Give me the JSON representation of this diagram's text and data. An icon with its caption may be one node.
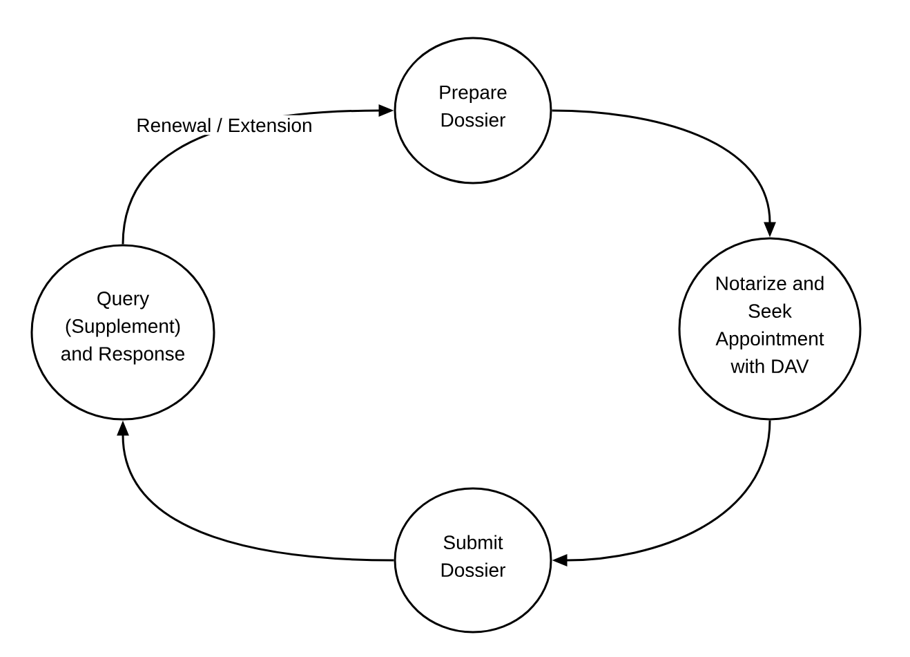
{
  "diagram": {
    "nodes": [
      {
        "text": [
          "Prepare Dossier"
        ]
      },
      {
        "text": [
          "Notarize and Seek Appointment with DAV"
        ]
      },
      {
        "text": [
          "Submit Dossier"
        ]
      },
      {
        "text": [
          "Query (Supplement) and Response"
        ]
      }
    ],
    "edges": [
      {
        "from": 0,
        "to": 1,
        "arrow": "to"
      },
      {
        "from": 1,
        "to": 2,
        "arrow": "to"
      },
      {
        "from": 2,
        "to": 3,
        "arrow": "to"
      },
      {
        "from": 3,
        "to": 0,
        "arrow": "to",
        "label": "Renewal / Extension"
      }
    ]
  }
}
